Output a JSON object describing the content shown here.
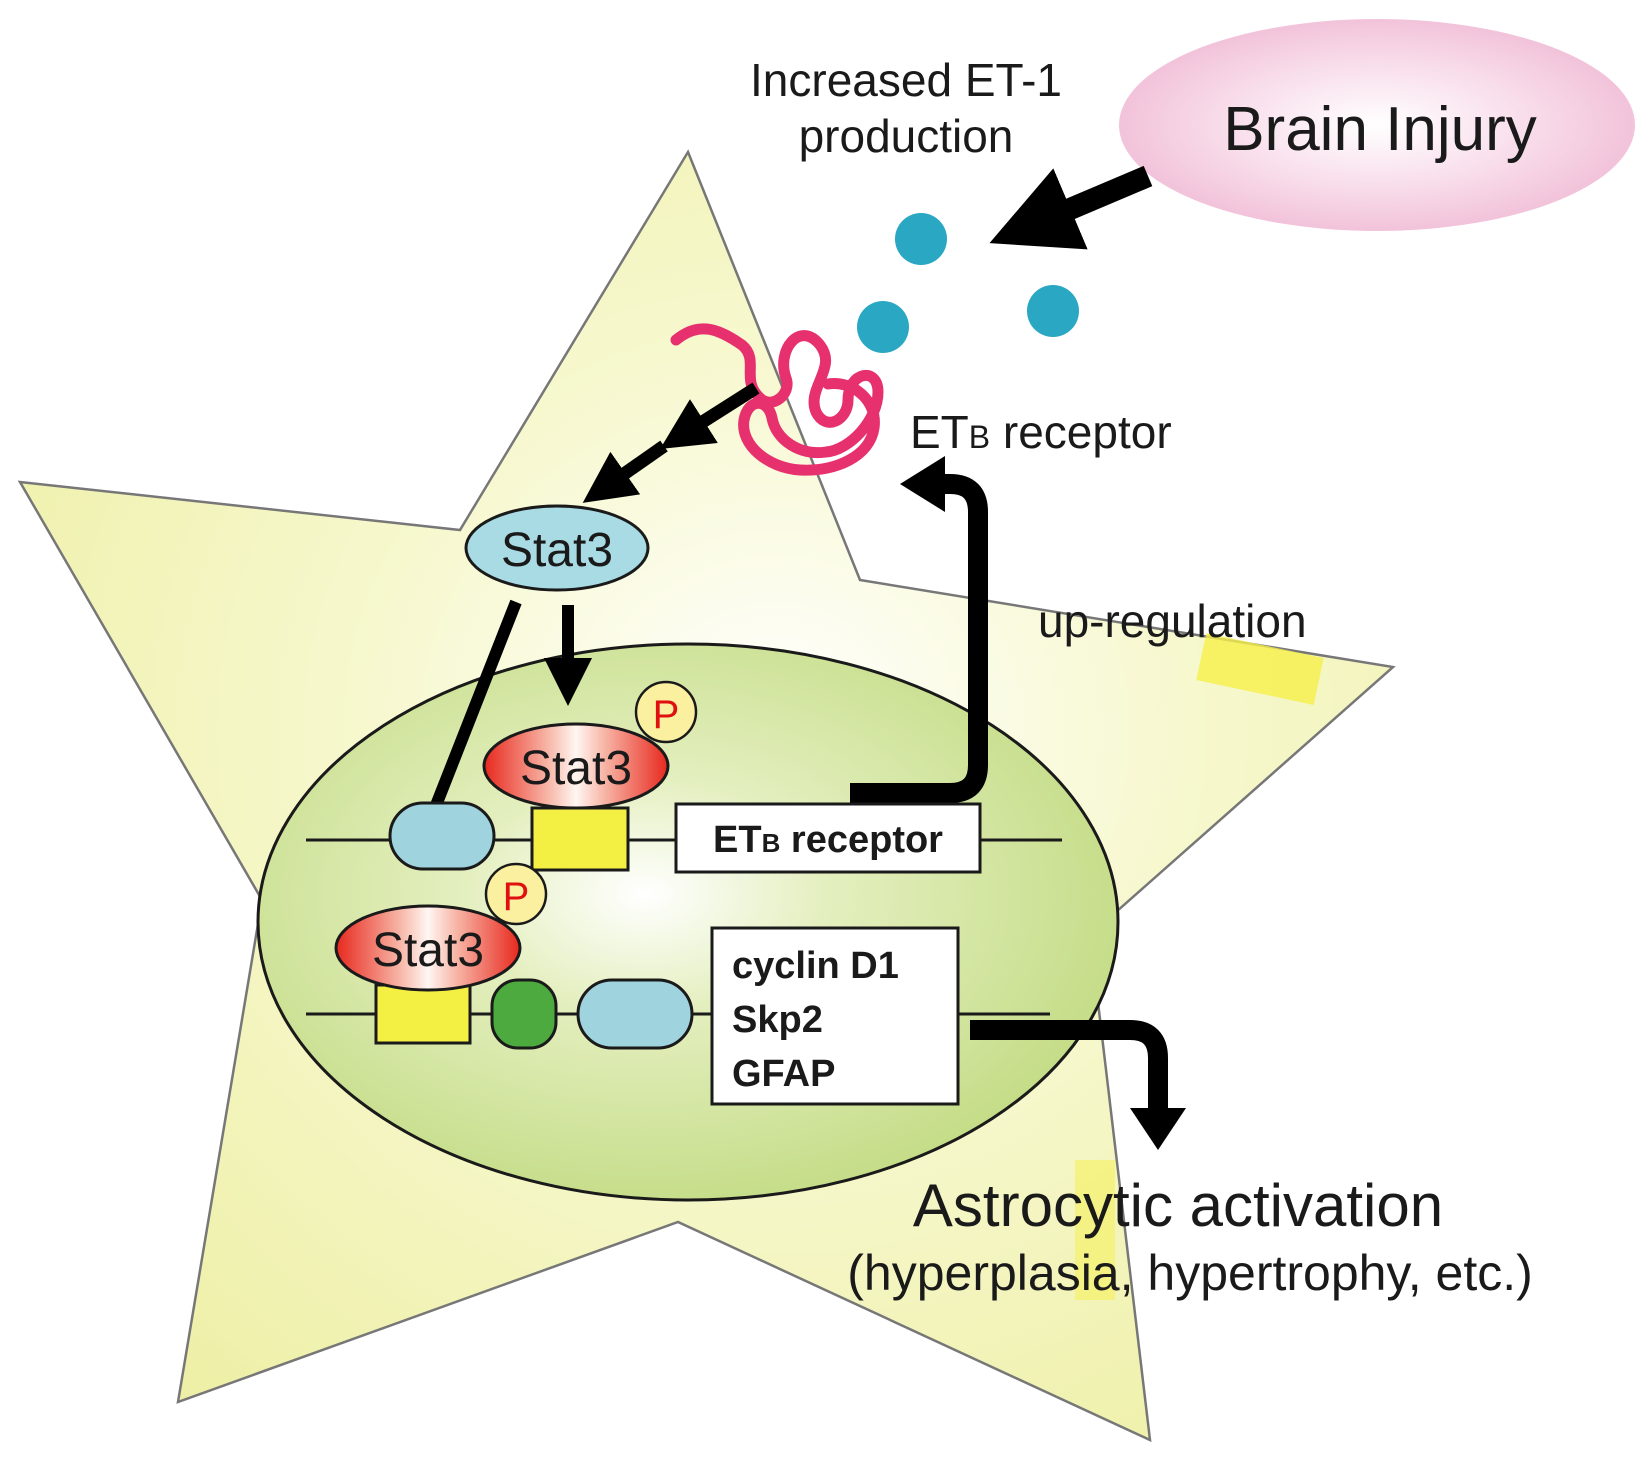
{
  "labels": {
    "et1_line1": "Increased ET-1",
    "et1_line2": "production",
    "brain_injury": "Brain Injury",
    "etb_receptor": "ETB receptor",
    "upregulation": "up-regulation",
    "stat3_cytoplasm": "Stat3",
    "stat3_top": "Stat3",
    "stat3_bottom": "Stat3",
    "phospho_top": "P",
    "phospho_bottom": "P",
    "gene_etb_main": "ET",
    "gene_etb_sub": "B",
    "gene_etb_rest": " receptor",
    "gene_cyclin": "cyclin D1",
    "gene_skp2": "Skp2",
    "gene_gfap": "GFAP",
    "outcome_line1": "Astrocytic activation",
    "outcome_line2": "(hyperplasia, hypertrophy, etc.)"
  },
  "colors": {
    "astrocyte_fill": "#f2f3b4",
    "nucleus_fill": "#c9e08c",
    "brain_injury_fill": "#f3c6dd",
    "et1_dots": "#2aa7c2",
    "receptor": "#e7316e",
    "stat3_inactive": "#a8dbe3",
    "stat3_active": "#e8281e",
    "phospho_fill": "#fbf0a0",
    "phospho_text": "#e01010",
    "binding_box": "#f4f043",
    "blue_factor": "#9fd3de",
    "green_factor": "#4caa3f"
  }
}
